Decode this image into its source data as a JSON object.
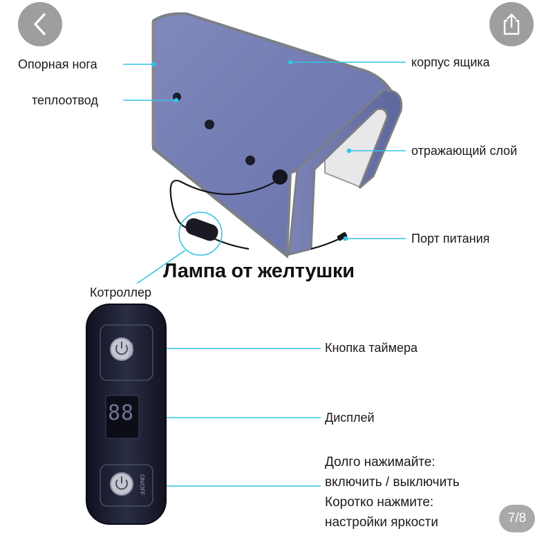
{
  "nav": {
    "back_icon": "chevron-left-icon",
    "share_icon": "share-icon",
    "counter": "7/8"
  },
  "title": "Лампа от желтушки",
  "labels": {
    "support_leg": "Опорная нога",
    "heat_sink": "теплоотвод",
    "box_body": "корпус ящика",
    "reflective_layer": "отражающий слой",
    "power_port": "Порт питания",
    "controller": "Котроллер",
    "timer_button": "Кнопка таймера",
    "display": "Дисплей"
  },
  "instructions": {
    "line1": "Долго нажимайте:",
    "line2": "включить / выключить",
    "line3": "Коротко нажмите:",
    "line4": "настройки яркости"
  },
  "controller_marks": {
    "timer": "TIME",
    "power": "ON/OFF",
    "display_digits": "88"
  },
  "colors": {
    "leader_line": "#33c3e6",
    "box_fabric": "#6f79b0",
    "controller_body": "#1f2235"
  }
}
